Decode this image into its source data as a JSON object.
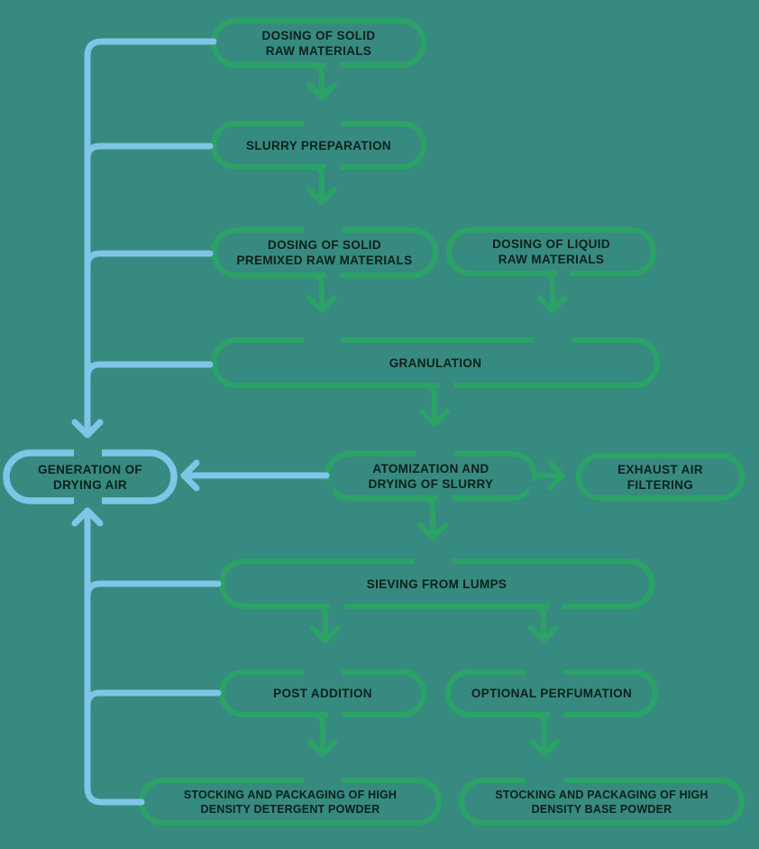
{
  "diagram": {
    "type": "flowchart",
    "subject": "High density detergent powder production process",
    "colors": {
      "background": "#378A80",
      "box_border_green": "#2BA366",
      "accent_blue": "#7EC5E7",
      "text": "#0C201C"
    },
    "nodes": [
      {
        "id": "dosing-solid-raw-materials",
        "accent": "green",
        "lines": [
          "DOSING OF SOLID",
          "RAW MATERIALS"
        ]
      },
      {
        "id": "slurry-preparation",
        "accent": "green",
        "lines": [
          "SLURRY PREPARATION"
        ]
      },
      {
        "id": "dosing-solid-premixed-raw-materials",
        "accent": "green",
        "lines": [
          "DOSING OF SOLID",
          "PREMIXED RAW MATERIALS"
        ]
      },
      {
        "id": "dosing-liquid-raw-materials",
        "accent": "green",
        "lines": [
          "DOSING OF LIQUID",
          "RAW MATERIALS"
        ]
      },
      {
        "id": "granulation",
        "accent": "green",
        "lines": [
          "GRANULATION"
        ]
      },
      {
        "id": "generation-of-drying-air",
        "accent": "blue",
        "lines": [
          "GENERATION OF",
          "DRYING AIR"
        ]
      },
      {
        "id": "atomization-and-drying-of-slurry",
        "accent": "green",
        "lines": [
          "ATOMIZATION AND",
          "DRYING OF SLURRY"
        ]
      },
      {
        "id": "exhaust-air-filtering",
        "accent": "green",
        "lines": [
          "EXHAUST AIR",
          "FILTERING"
        ]
      },
      {
        "id": "sieving-from-lumps",
        "accent": "green",
        "lines": [
          "SIEVING FROM LUMPS"
        ]
      },
      {
        "id": "post-addition",
        "accent": "green",
        "lines": [
          "POST ADDITION"
        ]
      },
      {
        "id": "optional-perfumation",
        "accent": "green",
        "lines": [
          "OPTIONAL PERFUMATION"
        ]
      },
      {
        "id": "stocking-packaging-detergent-powder",
        "accent": "green",
        "lines": [
          "STOCKING AND PACKAGING OF HIGH",
          "DENSITY DETERGENT POWDER"
        ]
      },
      {
        "id": "stocking-packaging-base-powder",
        "accent": "green",
        "lines": [
          "STOCKING AND PACKAGING OF HIGH",
          "DENSITY BASE POWDER"
        ]
      }
    ],
    "edges": [
      {
        "from": "dosing-solid-raw-materials",
        "to": "slurry-preparation",
        "color": "green"
      },
      {
        "from": "slurry-preparation",
        "to": "dosing-solid-premixed-raw-materials",
        "color": "green"
      },
      {
        "from": "dosing-solid-premixed-raw-materials",
        "to": "granulation",
        "color": "green"
      },
      {
        "from": "dosing-liquid-raw-materials",
        "to": "granulation",
        "color": "green"
      },
      {
        "from": "granulation",
        "to": "atomization-and-drying-of-slurry",
        "color": "green"
      },
      {
        "from": "atomization-and-drying-of-slurry",
        "to": "exhaust-air-filtering",
        "color": "green"
      },
      {
        "from": "atomization-and-drying-of-slurry",
        "to": "generation-of-drying-air",
        "color": "blue"
      },
      {
        "from": "atomization-and-drying-of-slurry",
        "to": "sieving-from-lumps",
        "color": "green"
      },
      {
        "from": "sieving-from-lumps",
        "to": "post-addition",
        "color": "green"
      },
      {
        "from": "sieving-from-lumps",
        "to": "optional-perfumation",
        "color": "green"
      },
      {
        "from": "post-addition",
        "to": "stocking-packaging-detergent-powder",
        "color": "green"
      },
      {
        "from": "optional-perfumation",
        "to": "stocking-packaging-base-powder",
        "color": "green"
      },
      {
        "from": "left-rail (dosing-solid-raw-materials, slurry-preparation, dosing-solid-premixed-raw-materials, granulation, sieving-from-lumps, post-addition, stocking-packaging-detergent-powder)",
        "to": "generation-of-drying-air",
        "color": "blue"
      }
    ]
  }
}
